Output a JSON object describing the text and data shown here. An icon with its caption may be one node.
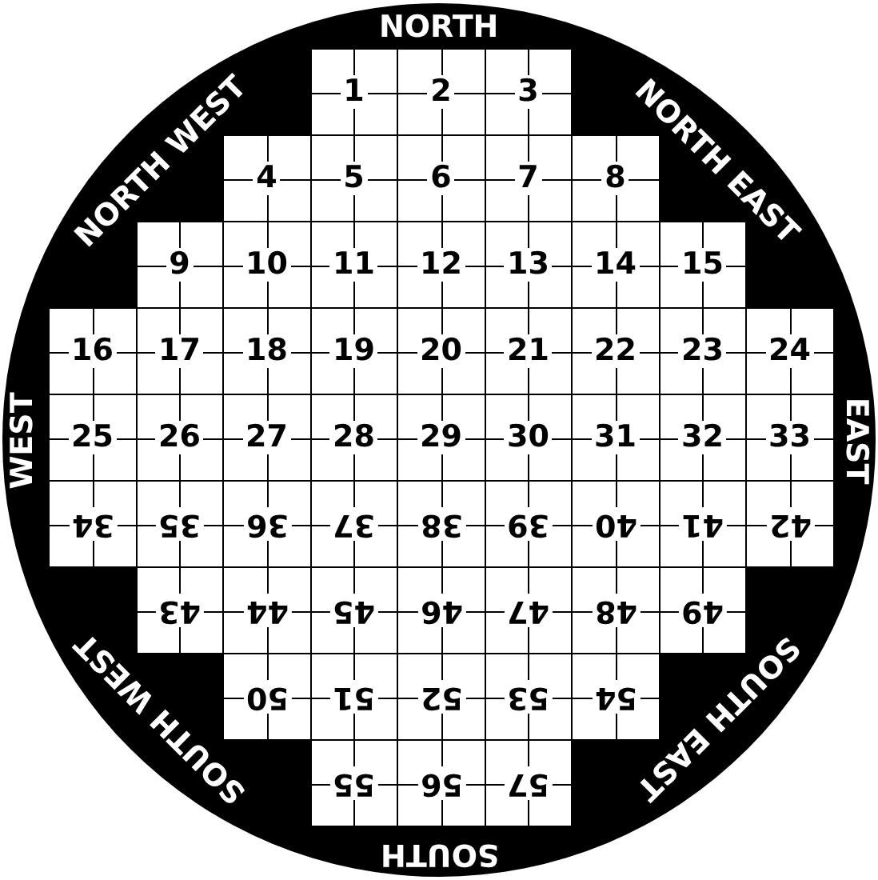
{
  "diagram": {
    "nodes": [
      {
        "text": [
          "1"
        ]
      },
      {
        "text": [
          "2"
        ]
      },
      {
        "text": [
          "3"
        ]
      },
      {
        "text": [
          "4"
        ]
      },
      {
        "text": [
          "5"
        ]
      },
      {
        "text": [
          "6"
        ]
      },
      {
        "text": [
          "7"
        ]
      },
      {
        "text": [
          "8"
        ]
      },
      {
        "text": [
          "9"
        ]
      },
      {
        "text": [
          "10"
        ]
      },
      {
        "text": [
          "11"
        ]
      },
      {
        "text": [
          "12"
        ]
      },
      {
        "text": [
          "13"
        ]
      },
      {
        "text": [
          "14"
        ]
      },
      {
        "text": [
          "15"
        ]
      },
      {
        "text": [
          "16"
        ]
      },
      {
        "text": [
          "17"
        ]
      },
      {
        "text": [
          "18"
        ]
      },
      {
        "text": [
          "19"
        ]
      },
      {
        "text": [
          "20"
        ]
      },
      {
        "text": [
          "21"
        ]
      },
      {
        "text": [
          "22"
        ]
      },
      {
        "text": [
          "23"
        ]
      },
      {
        "text": [
          "24"
        ]
      },
      {
        "text": [
          "25"
        ]
      },
      {
        "text": [
          "26"
        ]
      },
      {
        "text": [
          "27"
        ]
      },
      {
        "text": [
          "28"
        ]
      },
      {
        "text": [
          "29"
        ]
      },
      {
        "text": [
          "30"
        ]
      },
      {
        "text": [
          "31"
        ]
      },
      {
        "text": [
          "32"
        ]
      },
      {
        "text": [
          "33"
        ]
      },
      {
        "text": [
          "34"
        ]
      },
      {
        "text": [
          "35"
        ]
      },
      {
        "text": [
          "36"
        ]
      },
      {
        "text": [
          "37"
        ]
      },
      {
        "text": [
          "38"
        ]
      },
      {
        "text": [
          "39"
        ]
      },
      {
        "text": [
          "40"
        ]
      },
      {
        "text": [
          "41"
        ]
      },
      {
        "text": [
          "42"
        ]
      },
      {
        "text": [
          "43"
        ]
      },
      {
        "text": [
          "44"
        ]
      },
      {
        "text": [
          "45"
        ]
      },
      {
        "text": [
          "46"
        ]
      },
      {
        "text": [
          "47"
        ]
      },
      {
        "text": [
          "48"
        ]
      },
      {
        "text": [
          "49"
        ]
      },
      {
        "text": [
          "50"
        ]
      },
      {
        "text": [
          "51"
        ]
      },
      {
        "text": [
          "52"
        ]
      },
      {
        "text": [
          "53"
        ]
      },
      {
        "text": [
          "54"
        ]
      },
      {
        "text": [
          "55"
        ]
      },
      {
        "text": [
          "56"
        ]
      },
      {
        "text": [
          "57"
        ]
      }
    ],
    "labels": [
      "NORTH",
      "NORTH WEST",
      "NORTH EAST",
      "WEST",
      "EAST",
      "SOUTH WEST",
      "SOUTH EAST",
      "SOUTH"
    ]
  }
}
